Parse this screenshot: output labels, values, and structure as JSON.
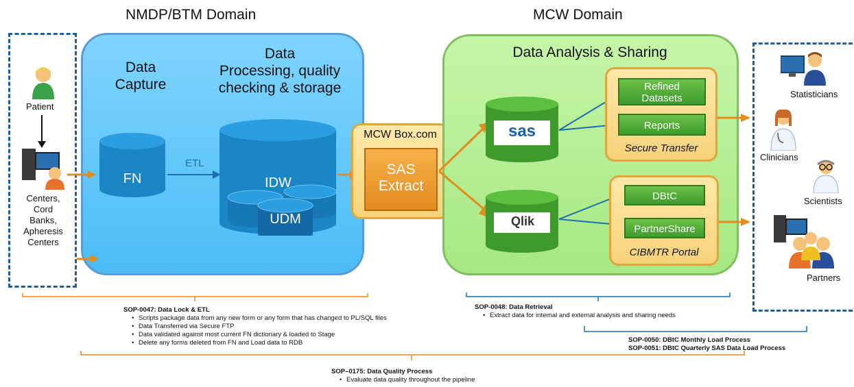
{
  "domains": {
    "left": "NMDP/BTM Domain",
    "right": "MCW Domain"
  },
  "left_actors": {
    "patient": "Patient",
    "centers": "Centers,\nCord\nBanks,\nApheresis\nCenters"
  },
  "data_capture": {
    "title": "Data\nCapture",
    "fn": "FN"
  },
  "processing": {
    "title": "Data\nProcessing, quality\nchecking & storage",
    "idw": "IDW",
    "udm": "UDM",
    "etl": "ETL"
  },
  "box": {
    "title": "MCW Box.com",
    "extract": "SAS\nExtract"
  },
  "analysis": {
    "title": "Data Analysis & Sharing",
    "sas": "sas",
    "qlik": "Qlik",
    "refined": "Refined\nDatasets",
    "reports": "Reports",
    "secure": "Secure Transfer",
    "dbtc": "DBtC",
    "partnershare": "PartnerShare",
    "portal": "CIBMTR Portal"
  },
  "right_actors": {
    "statisticians": "Statisticians",
    "clinicians": "Clinicians",
    "scientists": "Scientists",
    "partners": "Partners"
  },
  "sop_0047": {
    "title": "SOP-0047: Data Lock & ETL",
    "items": [
      "Scripts package data from any new form or any form that has changed to PL/SQL files",
      "Data Transferred via Secure FTP",
      "Data validated against most current FN dictionary & loaded to Stage",
      "Delete any forms deleted from FN and Load data to RDB"
    ]
  },
  "sop_0048": {
    "title": "SOP-0048: Data Retrieval",
    "items": [
      "Extract data for internal and external analysis and sharing needs"
    ]
  },
  "sop_0050": "SOP-0050: DBtC Monthly Load Process",
  "sop_0051": "SOP-0051: DBtC Quarterly SAS Data Load Process",
  "sop_0175": {
    "title": "SOP–0175: Data Quality Process",
    "items": [
      "Evaluate data quality throughout the pipeline"
    ]
  },
  "colors": {
    "blue_panel": "#4cbcf5",
    "green_panel": "#a6e882",
    "orange": "#e38b1d",
    "dashed_blue": "#1f5f99"
  }
}
